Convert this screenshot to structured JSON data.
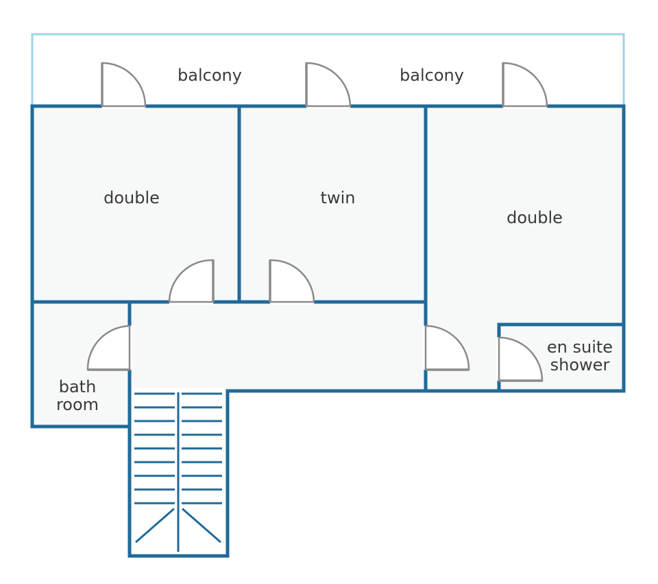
{
  "rooms": {
    "balcony_left": "balcony",
    "balcony_right": "balcony",
    "double_left": "double",
    "twin": "twin",
    "double_right": "double",
    "bathroom_line1": "bath",
    "bathroom_line2": "room",
    "ensuite_line1": "en suite",
    "ensuite_line2": "shower"
  },
  "colors": {
    "wall": "#1f6a9a",
    "balcony_rail": "#9fd3e6",
    "door": "#8a8a8a",
    "floor": "#f7f8f8"
  }
}
